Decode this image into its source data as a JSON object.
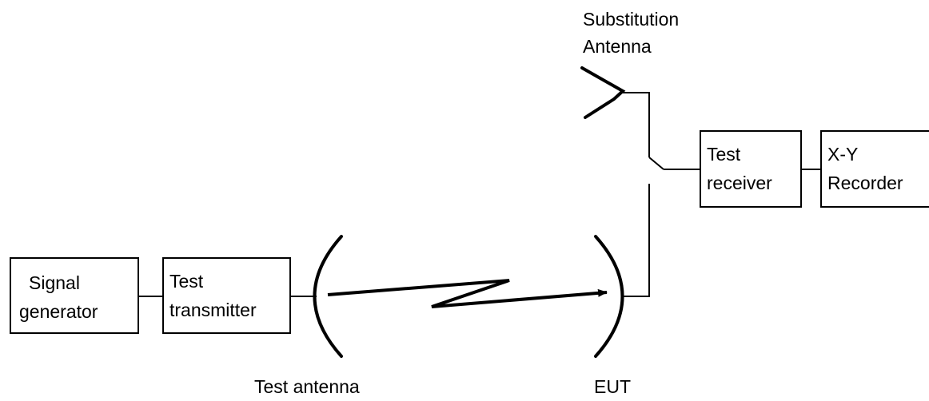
{
  "blocks": {
    "signal_generator": {
      "line1": "Signal",
      "line2": "generator"
    },
    "test_transmitter": {
      "line1": "Test",
      "line2": "transmitter"
    },
    "test_receiver": {
      "line1": "Test",
      "line2": "receiver"
    },
    "xy_recorder": {
      "line1": "X-Y",
      "line2": "Recorder"
    }
  },
  "labels": {
    "substitution_antenna_line1": "Substitution",
    "substitution_antenna_line2": "Antenna",
    "test_antenna": "Test antenna",
    "eut": "EUT"
  },
  "colors": {
    "stroke": "#000000",
    "background": "#ffffff"
  }
}
